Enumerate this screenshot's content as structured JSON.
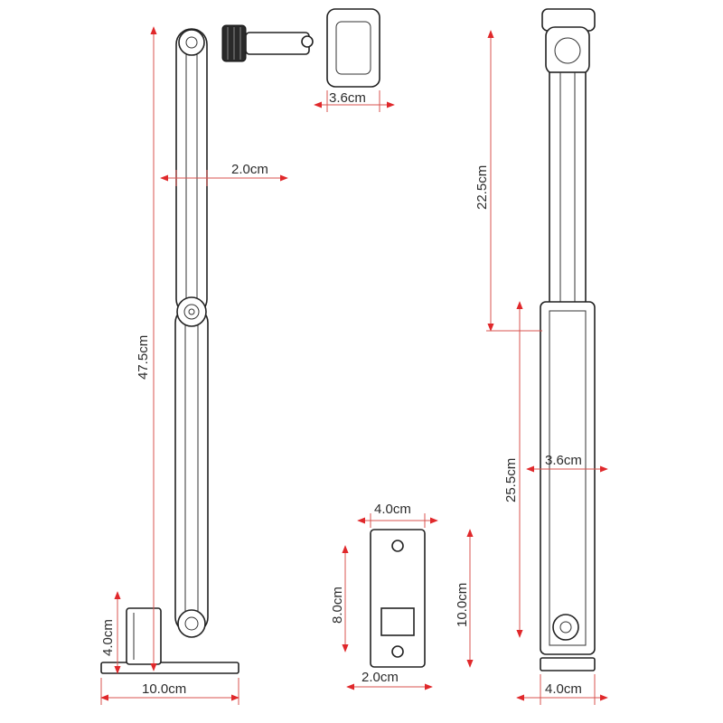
{
  "diagram": {
    "dimensions": {
      "holder_width": "3.6cm",
      "arm_width": "2.0cm",
      "total_height": "47.5cm",
      "base_height": "4.0cm",
      "base_length": "10.0cm",
      "plate_width": "4.0cm",
      "plate_hole_spacing": "8.0cm",
      "plate_height": "10.0cm",
      "plate_slot_width": "2.0cm",
      "upper_arm_length": "22.5cm",
      "lower_arm_length": "25.5cm",
      "side_arm_width": "3.6cm",
      "side_base_width": "4.0cm"
    },
    "colors": {
      "dimension_line": "#d9534f",
      "arrow": "#e0282b",
      "outline": "#222222"
    }
  }
}
